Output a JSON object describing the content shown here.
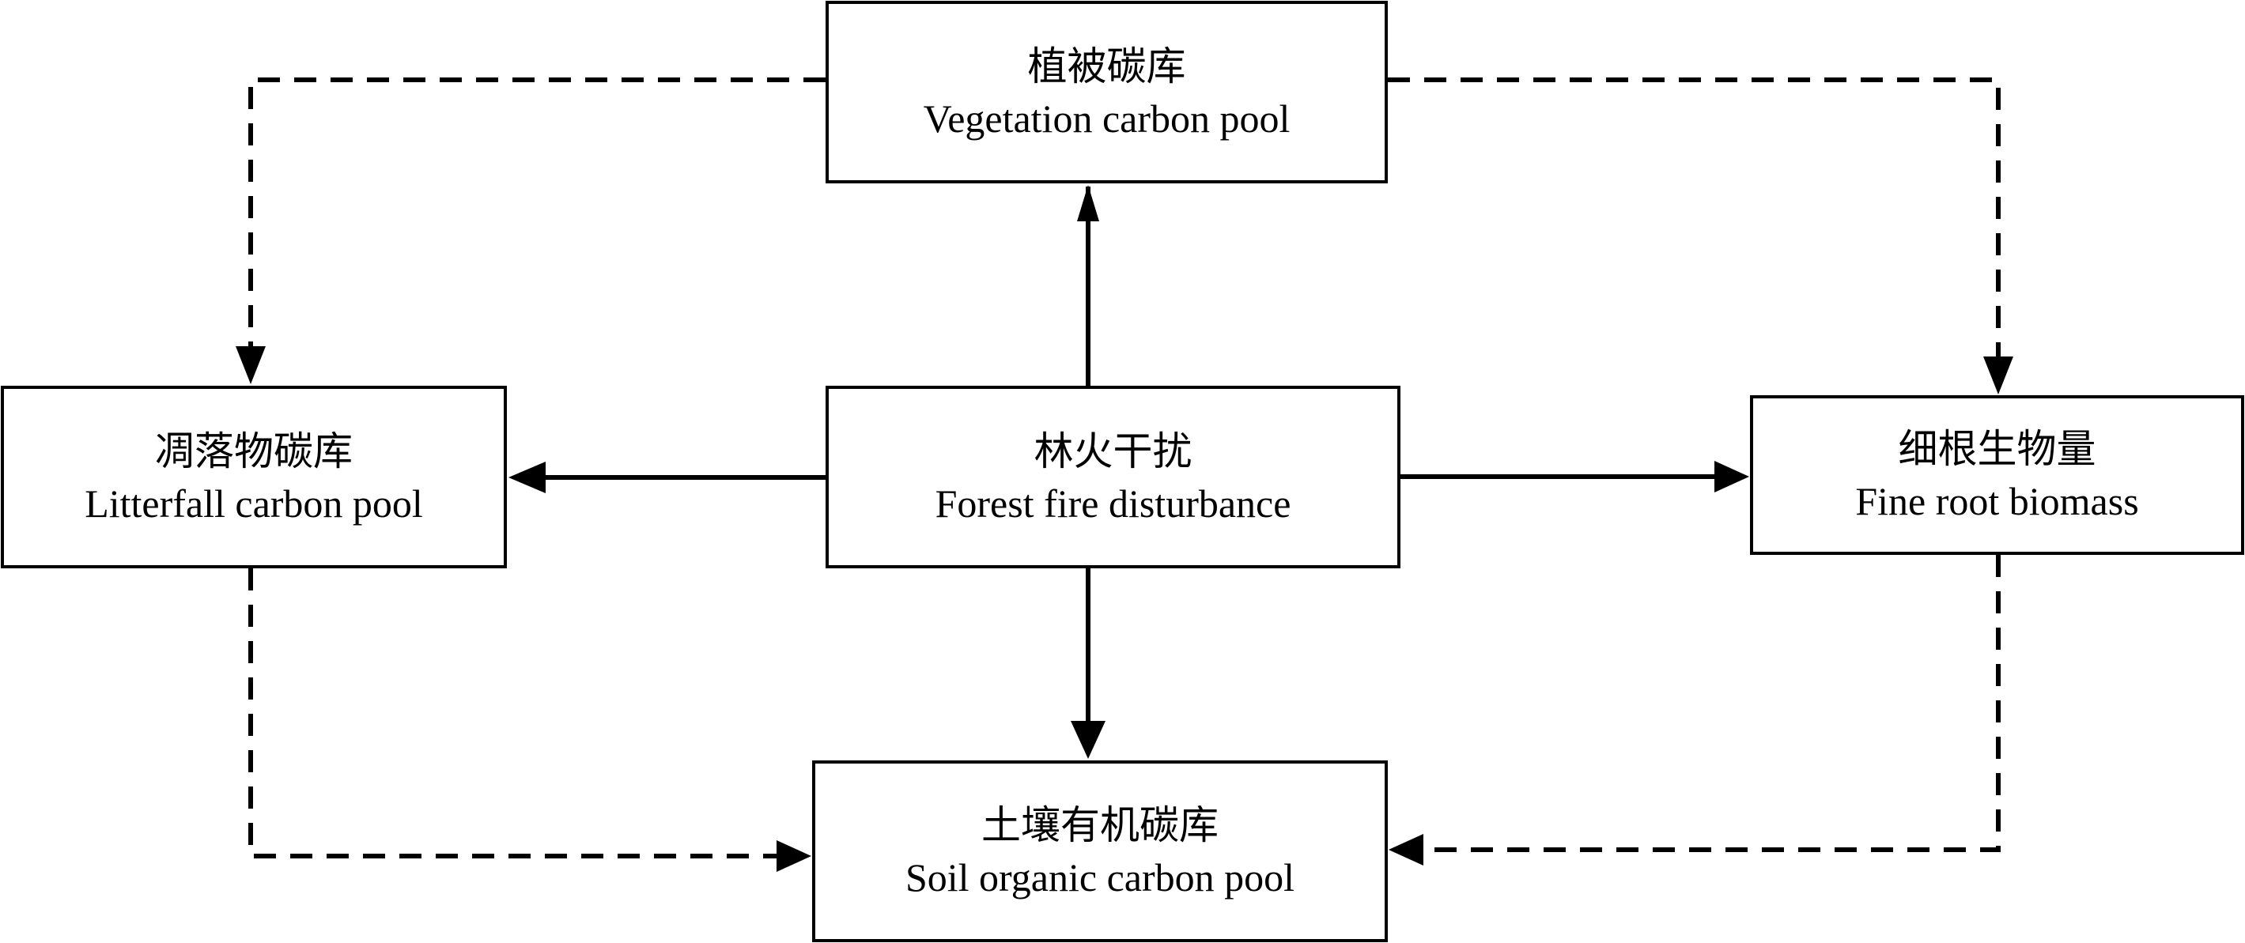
{
  "diagram": {
    "title": "Forest fire disturbance effects on carbon pools",
    "nodes": {
      "vegetation": {
        "zh": "植被碳库",
        "en": "Vegetation carbon pool"
      },
      "litterfall": {
        "zh": "凋落物碳库",
        "en": "Litterfall carbon pool"
      },
      "fire": {
        "zh": "林火干扰",
        "en": "Forest fire disturbance"
      },
      "fine_root": {
        "zh": "细根生物量",
        "en": "Fine root biomass"
      },
      "soil": {
        "zh": "土壤有机碳库",
        "en": "Soil organic carbon pool"
      }
    },
    "edges": [
      {
        "from": "fire",
        "to": "vegetation",
        "style": "solid"
      },
      {
        "from": "fire",
        "to": "litterfall",
        "style": "solid"
      },
      {
        "from": "fire",
        "to": "fine_root",
        "style": "solid"
      },
      {
        "from": "fire",
        "to": "soil",
        "style": "solid"
      },
      {
        "from": "vegetation",
        "to": "litterfall",
        "style": "dashed"
      },
      {
        "from": "vegetation",
        "to": "fine_root",
        "style": "dashed"
      },
      {
        "from": "litterfall",
        "to": "soil",
        "style": "dashed"
      },
      {
        "from": "fine_root",
        "to": "soil",
        "style": "dashed"
      }
    ]
  }
}
